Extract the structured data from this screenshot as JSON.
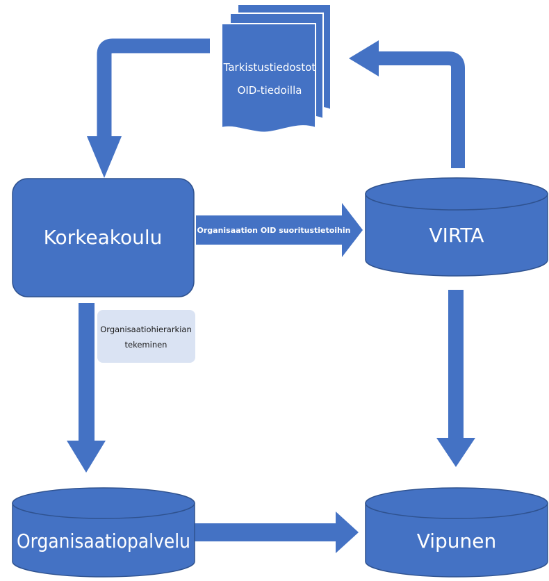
{
  "nodes": {
    "korkeakoulu": "Korkeakoulu",
    "virta": "VIRTA",
    "organisaatiopalvelu": "Organisaatiopalvelu",
    "vipunen": "Vipunen",
    "files_line1": "Tarkistustiedostot",
    "files_line2": "OID-tiedoilla"
  },
  "edges": {
    "korkeakoulu_to_virta": "Organisaation OID suoritustietoihin",
    "korkeakoulu_to_org_line1": "Organisaatiohierarkian",
    "korkeakoulu_to_org_line2": "tekeminen"
  },
  "colors": {
    "shape_fill": "#4472c4",
    "shape_stroke": "#2f528f",
    "note_fill": "#dae3f3",
    "text_on_shape": "#ffffff",
    "text_on_note": "#1a1a1a"
  }
}
